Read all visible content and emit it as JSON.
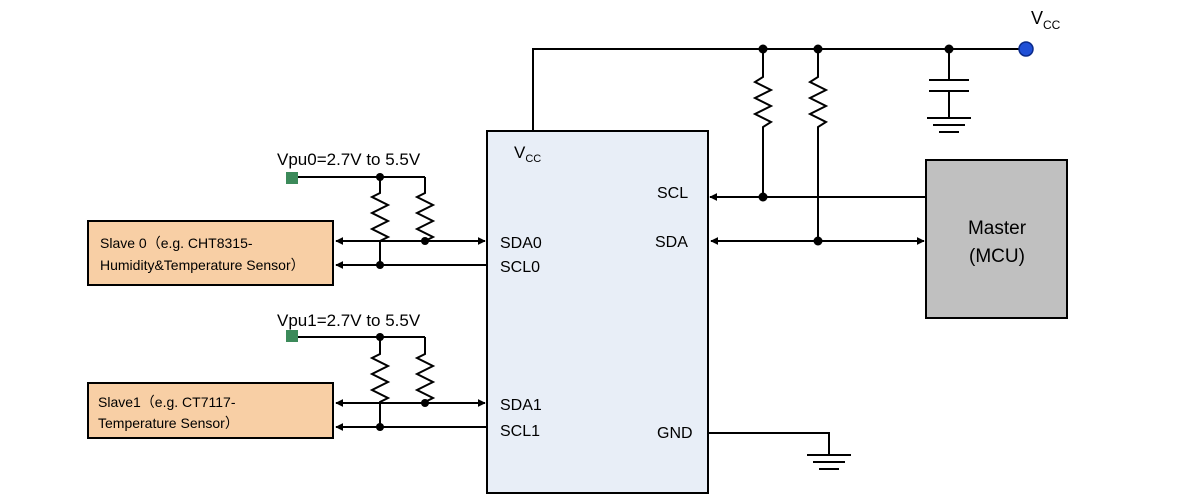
{
  "vcc_top": {
    "main": "V",
    "sub": "CC"
  },
  "chip": {
    "vcc_label": {
      "main": "V",
      "sub": "CC"
    },
    "pins": {
      "scl": "SCL",
      "sda": "SDA",
      "sda0": "SDA0",
      "scl0": "SCL0",
      "sda1": "SDA1",
      "scl1": "SCL1",
      "gnd": "GND"
    }
  },
  "master": {
    "line1": "Master",
    "line2": "(MCU)"
  },
  "vpu0": "Vpu0=2.7V to 5.5V",
  "vpu1": "Vpu1=2.7V to 5.5V",
  "slave0": {
    "line1": "Slave 0（e.g. CHT8315-",
    "line2": "Humidity&Temperature Sensor）"
  },
  "slave1": {
    "line1": "Slave1（e.g. CT7117-",
    "line2": "Temperature Sensor）"
  },
  "colors": {
    "chip_fill": "#e8eef7",
    "master_fill": "#c0c0c0",
    "slave_fill": "#f8cfa5",
    "vcc_dot": "#1f4fd6",
    "pullup_terminal": "#3c8a5a"
  }
}
